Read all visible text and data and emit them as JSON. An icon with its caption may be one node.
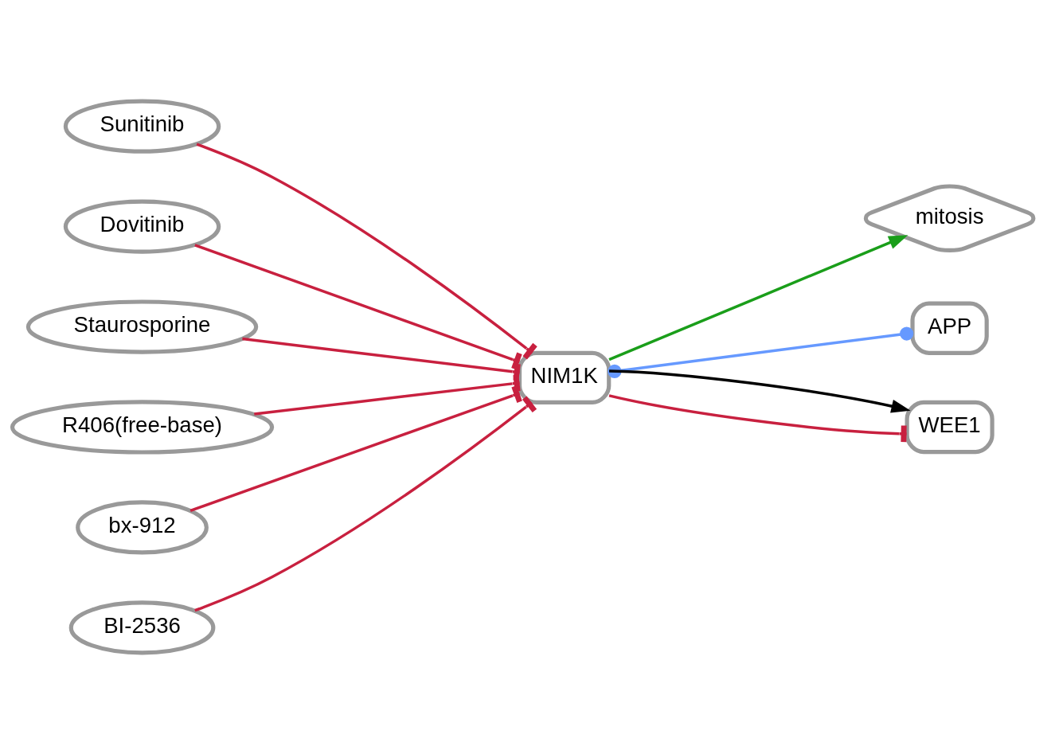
{
  "diagram": {
    "nodes": [
      {
        "text": [
          "Sunitinib"
        ]
      },
      {
        "text": [
          "Dovitinib"
        ]
      },
      {
        "text": [
          "Staurosporine"
        ]
      },
      {
        "text": [
          "R406(free-base)"
        ]
      },
      {
        "text": [
          "bx-912"
        ]
      },
      {
        "text": [
          "BI-2536"
        ]
      },
      {
        "text": [
          "mitosis"
        ]
      },
      {
        "text": [
          "NIM1K"
        ]
      },
      {
        "text": [
          "APP"
        ]
      },
      {
        "text": [
          "WEE1"
        ]
      }
    ],
    "edges": [
      {
        "from": 0,
        "to": 7,
        "arrow": "other",
        "color": "#c8203f"
      },
      {
        "from": 1,
        "to": 7,
        "arrow": "other",
        "color": "#c8203f"
      },
      {
        "from": 2,
        "to": 7,
        "arrow": "other",
        "color": "#c8203f"
      },
      {
        "from": 3,
        "to": 7,
        "arrow": "other",
        "color": "#c8203f"
      },
      {
        "from": 4,
        "to": 7,
        "arrow": "other",
        "color": "#c8203f"
      },
      {
        "from": 5,
        "to": 7,
        "arrow": "other",
        "color": "#c8203f"
      },
      {
        "from": 7,
        "to": 6,
        "arrow": "to",
        "color": "#1a9e1a"
      },
      {
        "from": 7,
        "to": 9,
        "arrow": "other",
        "color": "#c8203f"
      },
      {
        "from": 7,
        "to": 9,
        "arrow": "to",
        "color": "#000000"
      },
      {
        "from": 7,
        "to": 8,
        "arrow": "other",
        "color": "#6699ff"
      }
    ]
  }
}
